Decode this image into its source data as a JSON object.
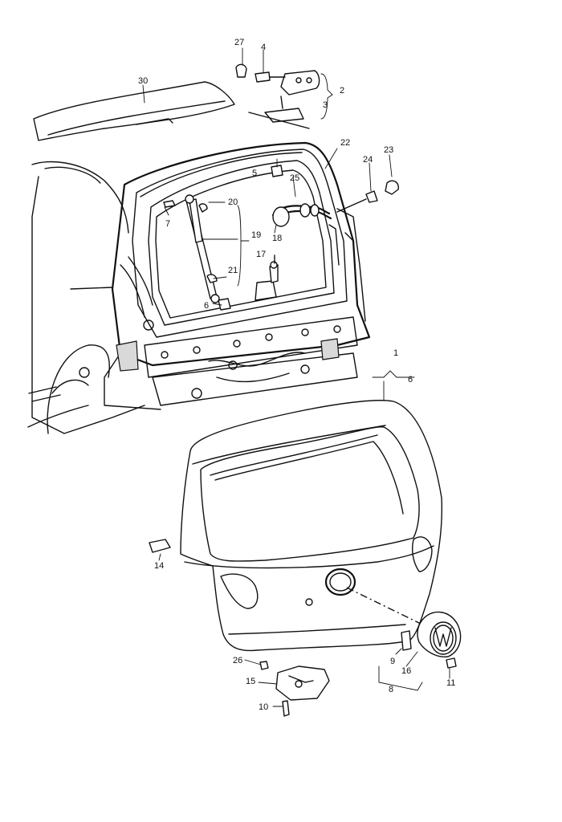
{
  "diagram": {
    "callouts": {
      "p1": "1",
      "p2": "2",
      "p3": "3",
      "p4": "4",
      "p5": "5",
      "p6a": "6",
      "p6b": "6",
      "p7": "7",
      "p8": "8",
      "p9": "9",
      "p10": "10",
      "p11": "11",
      "p14": "14",
      "p15": "15",
      "p16": "16",
      "p17": "17",
      "p18": "18",
      "p19": "19",
      "p20": "20",
      "p21": "21",
      "p22": "22",
      "p23": "23",
      "p24": "24",
      "p25": "25",
      "p26": "26",
      "p27": "27",
      "p30": "30"
    }
  }
}
